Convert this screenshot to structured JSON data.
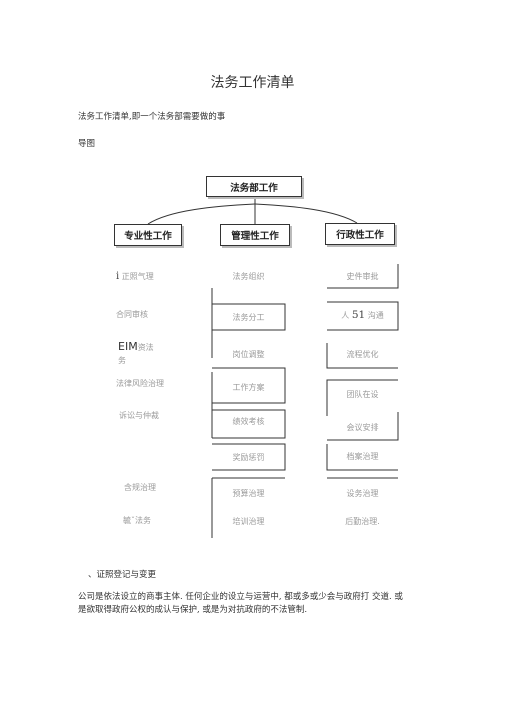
{
  "doc": {
    "title": "法务工作清单",
    "intro": "法务工作清单,即一个法务部需要做的事",
    "diagram_label": "导图",
    "section_heading": "、证照登记与变更",
    "paragraph_1": "公司是依法设立的商事主体. 任何企业的设立与运营中, 都或多或少会与政府打 交道. 或",
    "paragraph_2": "是欲取得政府公权的成认与保护, 或是为对抗政府的不法管制."
  },
  "chart": {
    "root": "法务部工作",
    "branches": [
      "专业性工作",
      "管理性工作",
      "行政性工作"
    ],
    "left_column": [
      {
        "prefix": "i",
        "text": "正照气理"
      },
      {
        "text": "合同审核"
      },
      {
        "prefix": "EIM",
        "text_line1": "资法",
        "text_line2": "务"
      },
      {
        "text": "法律风险治理"
      },
      {
        "text": "诉讼与仲裁"
      },
      {
        "text": "含规治理"
      },
      {
        "text": "毓ˇ法务"
      }
    ],
    "middle_column": [
      "法务组织",
      "法务分工",
      "岗位调整",
      "工作方案",
      "绩效考核",
      "奖励惩罚",
      "预算治理",
      "培训治理"
    ],
    "right_column": [
      {
        "text": "史件审批"
      },
      {
        "prefix": "人",
        "num": "51",
        "text": "沟通"
      },
      {
        "text": "流程优化"
      },
      {
        "text": "团队在设"
      },
      {
        "text": "会议安排"
      },
      {
        "text": "档案治理"
      },
      {
        "text": "设务治理"
      },
      {
        "text": "后勤治理."
      }
    ]
  }
}
